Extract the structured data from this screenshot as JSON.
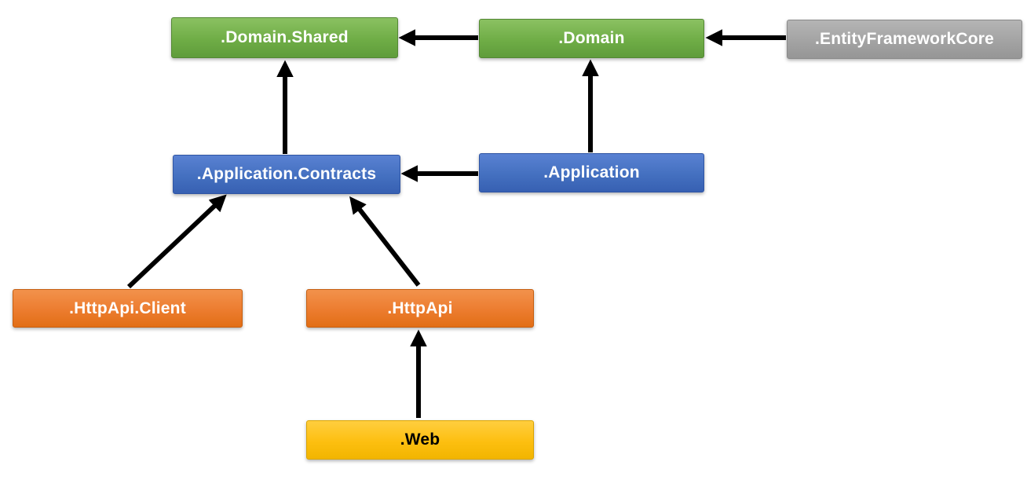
{
  "diagram": {
    "type": "dependency-diagram",
    "background_color": "#FFFFFF",
    "arrow_color": "#000000",
    "nodes": [
      {
        "id": "domain-shared",
        "label": ".Domain.Shared",
        "color": "#70AD47",
        "text_color": "#FFFFFF"
      },
      {
        "id": "domain",
        "label": ".Domain",
        "color": "#70AD47",
        "text_color": "#FFFFFF"
      },
      {
        "id": "entity-framework-core",
        "label": ".EntityFrameworkCore",
        "color": "#A5A5A5",
        "text_color": "#FFFFFF"
      },
      {
        "id": "application-contracts",
        "label": ".Application.Contracts",
        "color": "#4472C4",
        "text_color": "#FFFFFF"
      },
      {
        "id": "application",
        "label": ".Application",
        "color": "#4472C4",
        "text_color": "#FFFFFF"
      },
      {
        "id": "httpapi-client",
        "label": ".HttpApi.Client",
        "color": "#ED7D31",
        "text_color": "#FFFFFF"
      },
      {
        "id": "httpapi",
        "label": ".HttpApi",
        "color": "#ED7D31",
        "text_color": "#FFFFFF"
      },
      {
        "id": "web",
        "label": ".Web",
        "color": "#FFC000",
        "text_color": "#000000"
      }
    ],
    "edges": [
      {
        "from": "domain",
        "to": "domain-shared"
      },
      {
        "from": "entity-framework-core",
        "to": "domain"
      },
      {
        "from": "application-contracts",
        "to": "domain-shared"
      },
      {
        "from": "application",
        "to": "domain"
      },
      {
        "from": "application",
        "to": "application-contracts"
      },
      {
        "from": "httpapi-client",
        "to": "application-contracts"
      },
      {
        "from": "httpapi",
        "to": "application-contracts"
      },
      {
        "from": "web",
        "to": "httpapi"
      }
    ]
  }
}
